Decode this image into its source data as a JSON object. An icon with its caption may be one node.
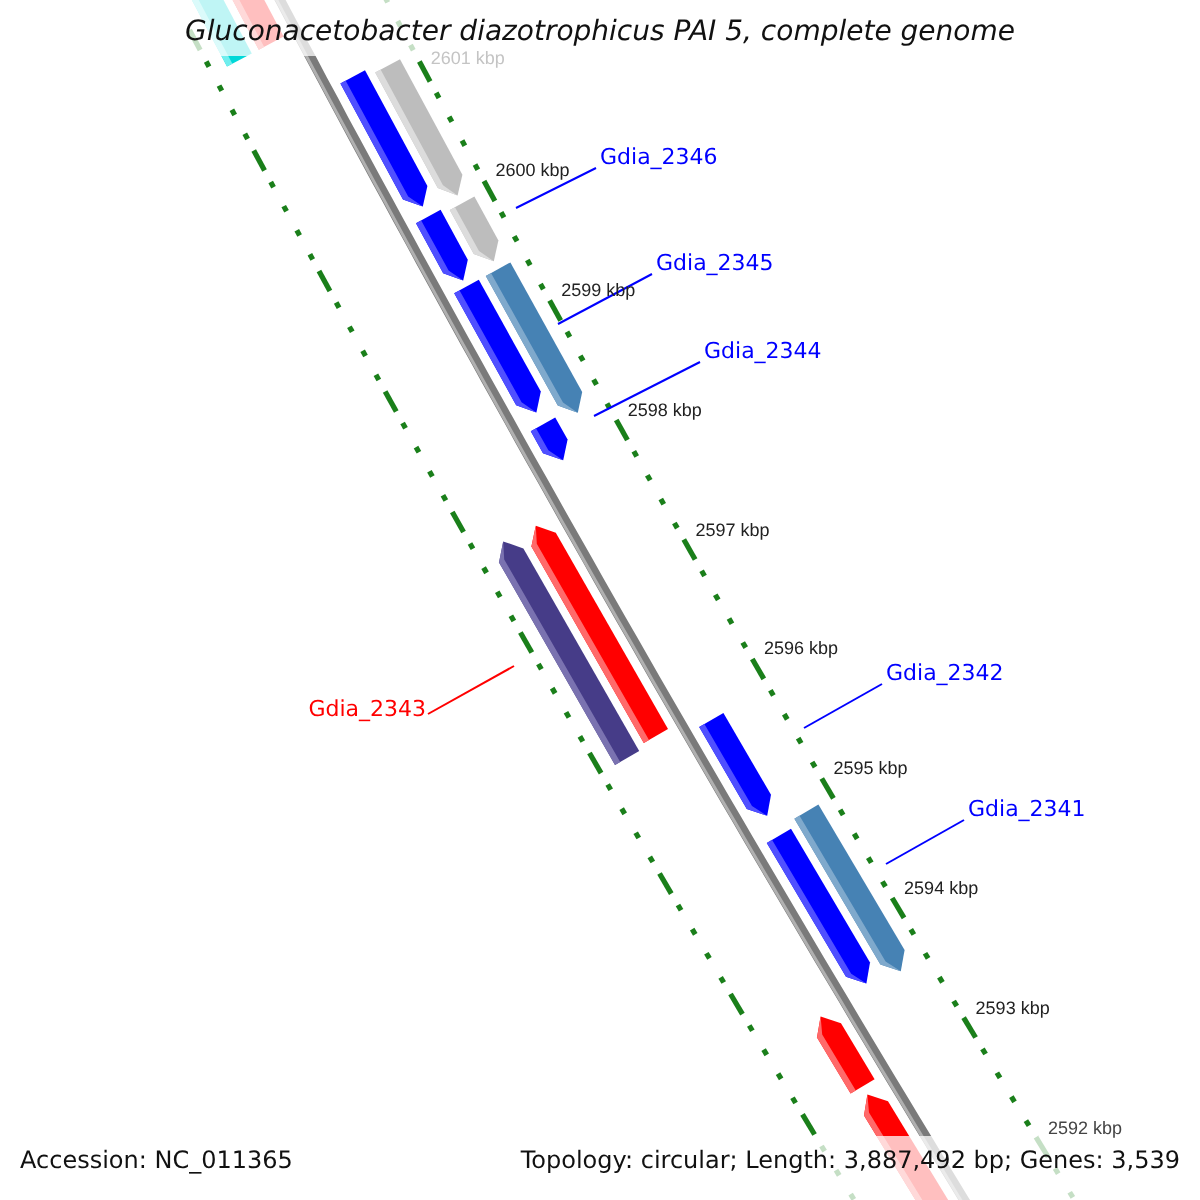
{
  "diagram": {
    "title": "Gluconacetobacter diazotrophicus PAI 5, complete genome",
    "nodes": [
      {
        "text": [
          "Gdia_2346"
        ]
      },
      {
        "text": [
          "Gdia_2345"
        ]
      },
      {
        "text": [
          "Gdia_2344"
        ]
      },
      {
        "text": [
          "Gdia_2343"
        ]
      },
      {
        "text": [
          "Gdia_2342"
        ]
      },
      {
        "text": [
          "Gdia_2341"
        ]
      }
    ],
    "edges": [
      {
        "from": 0,
        "to": null,
        "arrow": "none"
      },
      {
        "from": 1,
        "to": null,
        "arrow": "none"
      },
      {
        "from": 2,
        "to": null,
        "arrow": "none"
      },
      {
        "from": 3,
        "to": null,
        "arrow": "none",
        "color": "#ff0000"
      },
      {
        "from": 4,
        "to": null,
        "arrow": "none"
      },
      {
        "from": 5,
        "to": null,
        "arrow": "none"
      }
    ],
    "labels": [
      "2601 kbp",
      "2600 kbp",
      "2599 kbp",
      "2598 kbp",
      "2597 kbp",
      "2596 kbp",
      "2595 kbp",
      "2594 kbp",
      "2593 kbp",
      "2592 kbp",
      "Accession: NC_011365",
      "Topology: circular; Length: 3,887,492 bp; Genes: 3,539"
    ]
  }
}
